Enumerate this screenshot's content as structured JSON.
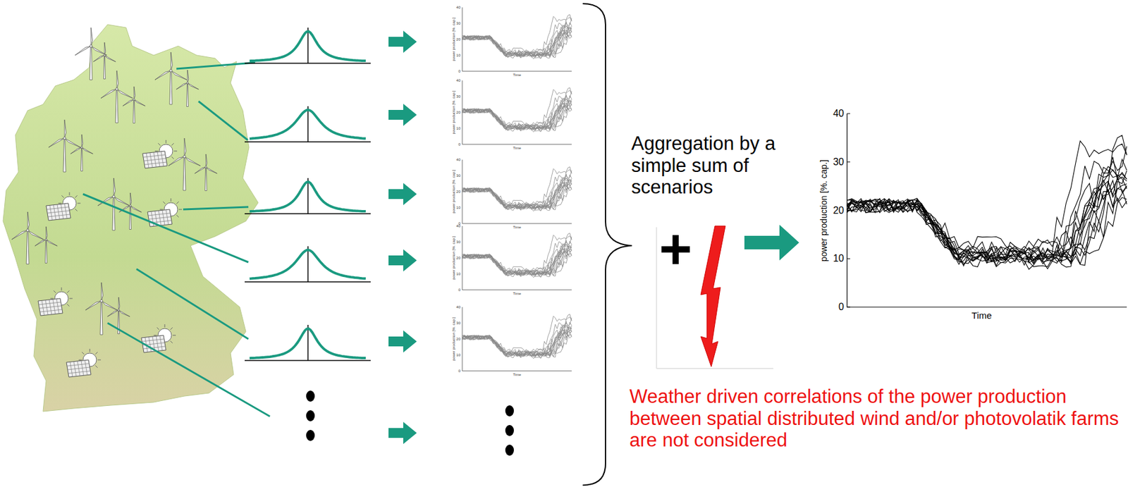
{
  "diagram": {
    "labels": [
      "40",
      "30",
      "20",
      "10",
      "0",
      "power production [%. cap.]",
      "Time",
      "40",
      "30",
      "20",
      "10",
      "0",
      "power production [%. cap.]",
      "Time",
      "40",
      "30",
      "20",
      "10",
      "0",
      "power production [%. cap.]",
      "Time",
      "40",
      "30",
      "20",
      "10",
      "0",
      "power production [%. cap.]",
      "Time",
      "40",
      "30",
      "20",
      "10",
      "0",
      "power production [%. cap.]",
      "Time",
      "Aggregation by a simple sum of scenarios",
      "+",
      "40",
      "30",
      "20",
      "10",
      "0",
      "power production [%. cap.]",
      "Time",
      "Weather driven correlations of the power production between spatial distributed wind and/or photovolatik farms are not considered"
    ]
  }
}
